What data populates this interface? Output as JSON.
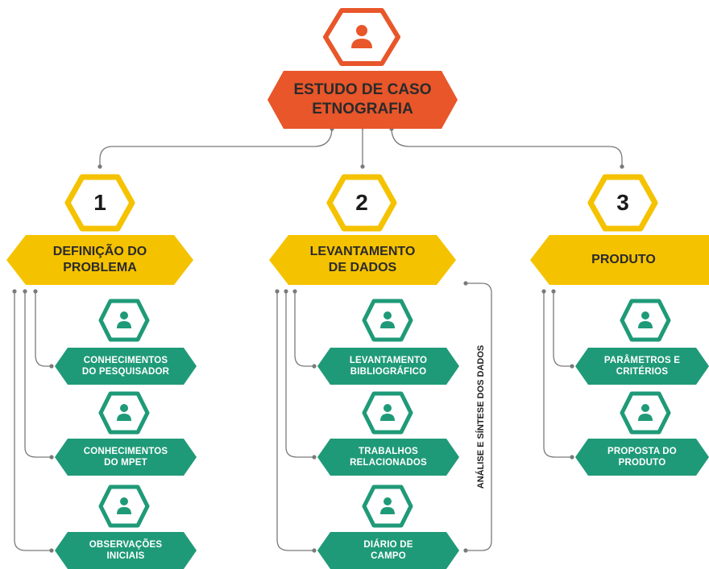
{
  "root": {
    "line1": "ESTUDO DE CASO",
    "line2": "ETNOGRAFIA"
  },
  "phases": [
    {
      "number": "1",
      "line1": "DEFINIÇÃO DO",
      "line2": "PROBLEMA",
      "items": [
        {
          "line1": "CONHECIMENTOS",
          "line2": "DO PESQUISADOR"
        },
        {
          "line1": "CONHECIMENTOS",
          "line2": "DO MPET"
        },
        {
          "line1": "OBSERVAÇÕES",
          "line2": "INICIAIS"
        }
      ]
    },
    {
      "number": "2",
      "line1": "LEVANTAMENTO",
      "line2": "DE DADOS",
      "items": [
        {
          "line1": "LEVANTAMENTO",
          "line2": "BIBLIOGRÁFICO"
        },
        {
          "line1": "TRABALHOS",
          "line2": "RELACIONADOS"
        },
        {
          "line1": "DIÁRIO DE",
          "line2": "CAMPO"
        }
      ]
    },
    {
      "number": "3",
      "line1": "PRODUTO",
      "line2": "",
      "items": [
        {
          "line1": "PARÂMETROS E",
          "line2": "CRITÉRIOS"
        },
        {
          "line1": "PROPOSTA DO",
          "line2": "PRODUTO"
        }
      ]
    }
  ],
  "side_label": "ANÁLISE E SÍNTESE DOS DADOS",
  "colors": {
    "root": "#e8562a",
    "phase": "#f5c200",
    "item": "#1f9a78",
    "connector": "#7a7a7a"
  },
  "icons": {
    "root": "person-icon",
    "item": "person-icon"
  }
}
